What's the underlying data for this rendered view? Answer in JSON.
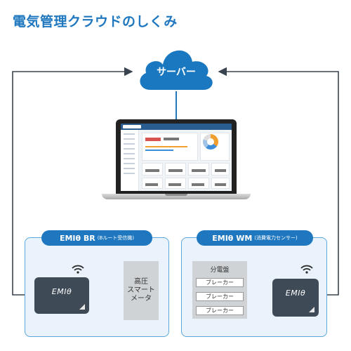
{
  "title": "電気管理クラウドのしくみ",
  "cloud": {
    "label": "サーバー"
  },
  "panels": {
    "left": {
      "heading": "EMIθ BR",
      "subheading": "(Bルート受信機)",
      "device_logo": "EMIθ",
      "meter_lines": [
        "高圧",
        "スマート",
        "メータ"
      ]
    },
    "right": {
      "heading": "EMIθ WM",
      "subheading": "(消費電力センサー)",
      "device_logo": "EMIθ",
      "board_title": "分電盤",
      "breakers": [
        "ブレーカー",
        "ブレーカー",
        "ブレーカー"
      ]
    }
  },
  "colors": {
    "accent": "#1f78bf",
    "cloud": "#1a78c0",
    "panel_bg": "#eaf3fb",
    "device": "#3f4a57"
  }
}
